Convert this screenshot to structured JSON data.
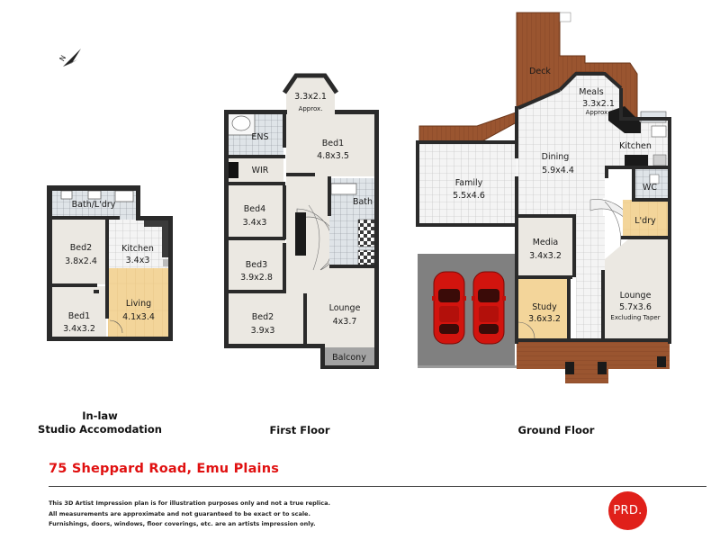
{
  "header": {
    "north_label": "N"
  },
  "inlaw": {
    "caption_line1": "In-law",
    "caption_line2": "Studio Accomodation",
    "rooms": {
      "bath": {
        "name": "Bath/L'dry"
      },
      "bed2": {
        "name": "Bed2",
        "size": "3.8x2.4"
      },
      "bed1": {
        "name": "Bed1",
        "size": "3.4x3.2"
      },
      "kitchen": {
        "name": "Kitchen",
        "size": "3.4x3"
      },
      "living": {
        "name": "Living",
        "size": "4.1x3.4"
      }
    }
  },
  "first_floor": {
    "caption": "First Floor",
    "rooms": {
      "bay": {
        "size": "3.3x2.1",
        "note": "Approx."
      },
      "ens": {
        "name": "ENS"
      },
      "bed1": {
        "name": "Bed1",
        "size": "4.8x3.5"
      },
      "wir": {
        "name": "WIR"
      },
      "bath": {
        "name": "Bath"
      },
      "bed4": {
        "name": "Bed4",
        "size": "3.4x3"
      },
      "bed3": {
        "name": "Bed3",
        "size": "3.9x2.8"
      },
      "bed2": {
        "name": "Bed2",
        "size": "3.9x3"
      },
      "lounge": {
        "name": "Lounge",
        "size": "4x3.7"
      },
      "balcony": {
        "name": "Balcony"
      }
    }
  },
  "ground_floor": {
    "caption": "Ground Floor",
    "rooms": {
      "deck": {
        "name": "Deck"
      },
      "meals": {
        "name": "Meals",
        "size": "3.3x2.1",
        "note": "Approx."
      },
      "kitchen": {
        "name": "Kitchen"
      },
      "family": {
        "name": "Family",
        "size": "5.5x4.6"
      },
      "dining": {
        "name": "Dining",
        "size": "5.9x4.4"
      },
      "wc": {
        "name": "WC"
      },
      "ldry": {
        "name": "L'dry"
      },
      "media": {
        "name": "Media",
        "size": "3.4x3.2"
      },
      "study": {
        "name": "Study",
        "size": "3.6x3.2"
      },
      "lounge": {
        "name": "Lounge",
        "size": "5.7x3.6",
        "note": "Excluding Taper"
      }
    }
  },
  "footer": {
    "address": "75 Sheppard Road, Emu Plains",
    "disclaimer": [
      "This 3D Artist Impression plan is for illustration purposes only and not a true replica.",
      "All measurements are approximate and not guaranteed to be exact or to scale.",
      "Furnishings, doors, windows, floor coverings, etc. are an artists impression only."
    ],
    "logo_text": "PRD."
  },
  "colors": {
    "wall": "#2a2a2a",
    "carpet": "#ebe8e2",
    "tile": "#f4f4f4",
    "timber": "#f3d59a",
    "deck": "#9a5530",
    "garage": "#808080",
    "car": "#d2140e",
    "brand_red": "#e0201a",
    "address_red": "#e01010"
  }
}
